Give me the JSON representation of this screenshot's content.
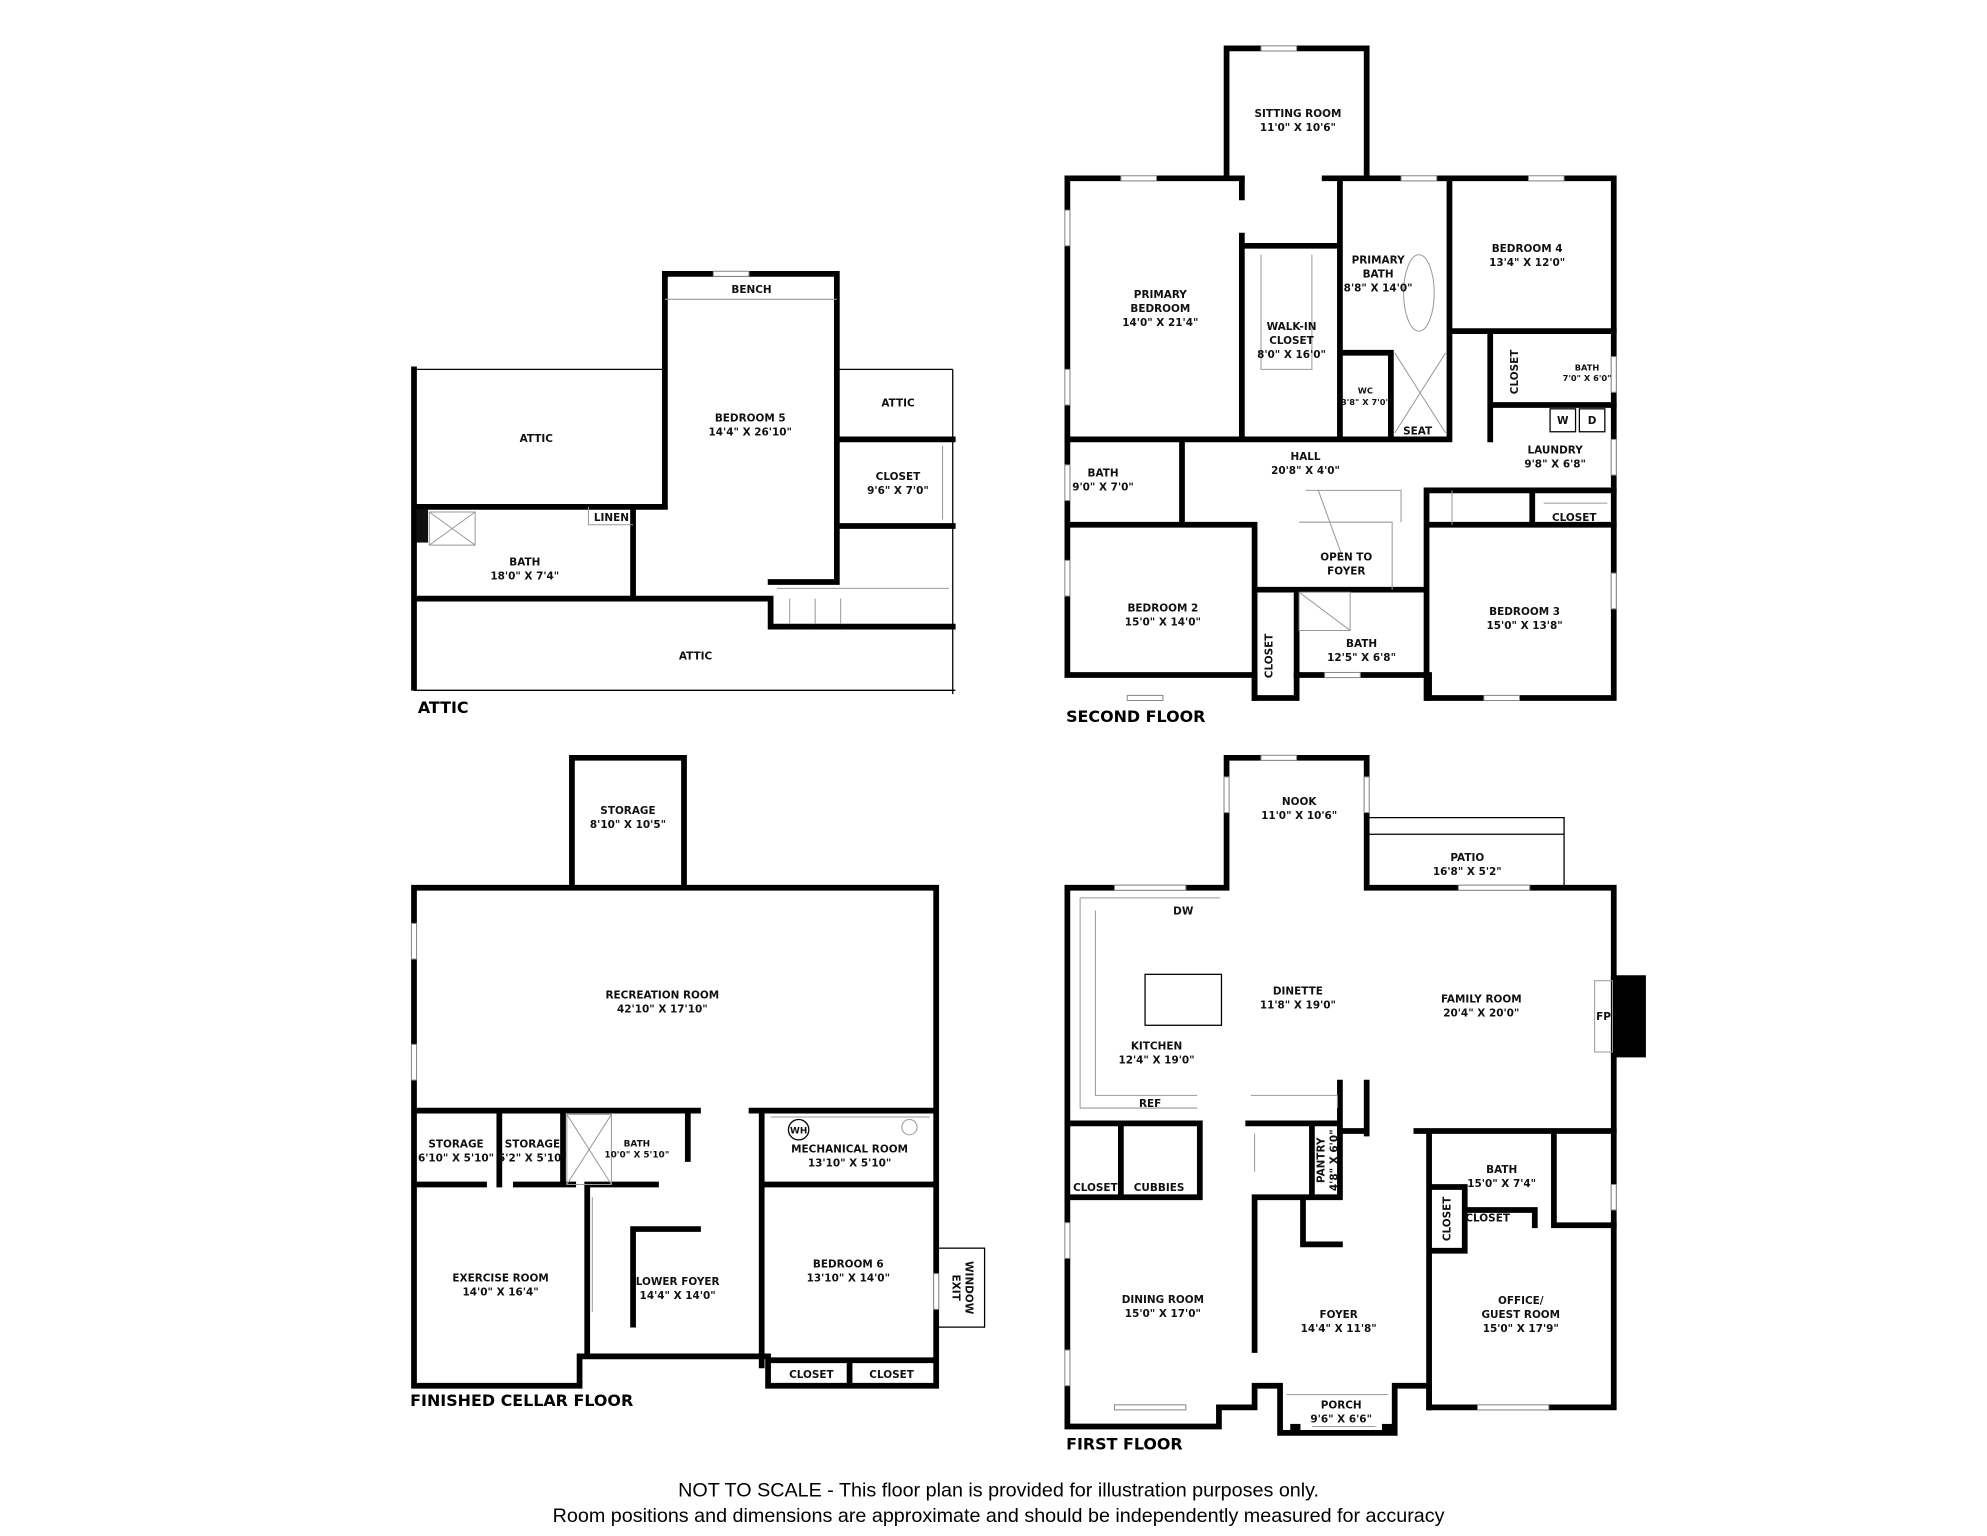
{
  "floors": {
    "attic": {
      "title": "ATTIC",
      "rooms": {
        "bench": "BENCH",
        "attic_left": "ATTIC",
        "bedroom5": "BEDROOM 5",
        "bedroom5_dim": "14'4\" X 26'10\"",
        "attic_right": "ATTIC",
        "closet": "CLOSET",
        "closet_dim": "9'6\" X 7'0\"",
        "linen": "LINEN",
        "bath": "BATH",
        "bath_dim": "18'0\" X 7'4\"",
        "attic_bottom": "ATTIC"
      }
    },
    "second": {
      "title": "SECOND FLOOR",
      "rooms": {
        "sitting": "SITTING ROOM",
        "sitting_dim": "11'0\" X 10'6\"",
        "primary_bed_1": "PRIMARY",
        "primary_bed_2": "BEDROOM",
        "primary_bed_dim": "14'0\" X 21'4\"",
        "walkin_1": "WALK-IN",
        "walkin_2": "CLOSET",
        "walkin_dim": "8'0\" X 16'0\"",
        "primary_bath_1": "PRIMARY",
        "primary_bath_2": "BATH",
        "primary_bath_dim": "8'8\" X 14'0\"",
        "wc": "WC",
        "wc_dim": "3'8\" X 7'0\"",
        "seat": "SEAT",
        "bedroom4": "BEDROOM 4",
        "bedroom4_dim": "13'4\" X 12'0\"",
        "closet_b4": "CLOSET",
        "bath_b4": "BATH",
        "bath_b4_dim": "7'0\" X 6'0\"",
        "w": "W",
        "d": "D",
        "laundry": "LAUNDRY",
        "laundry_dim": "9'8\" X 6'8\"",
        "bath_hall": "BATH",
        "bath_hall_dim": "9'0\" X 7'0\"",
        "hall": "HALL",
        "hall_dim": "20'8\" X 4'0\"",
        "open_1": "OPEN TO",
        "open_2": "FOYER",
        "closet_hall": "CLOSET",
        "bedroom2": "BEDROOM 2",
        "bedroom2_dim": "15'0\" X 14'0\"",
        "closet_b2": "CLOSET",
        "bath_mid": "BATH",
        "bath_mid_dim": "12'5\" X 6'8\"",
        "bedroom3": "BEDROOM 3",
        "bedroom3_dim": "15'0\" X 13'8\""
      }
    },
    "cellar": {
      "title": "FINISHED CELLAR FLOOR",
      "rooms": {
        "storage_top": "STORAGE",
        "storage_top_dim": "8'10\" X 10'5\"",
        "recreation": "RECREATION ROOM",
        "recreation_dim": "42'10\" X 17'10\"",
        "storage1": "STORAGE",
        "storage1_dim": "6'10\" X 5'10\"",
        "storage2": "STORAGE",
        "storage2_dim": "5'2\" X 5'10\"",
        "bath": "BATH",
        "bath_dim": "10'0\" X 5'10\"",
        "wh": "WH",
        "mechanical": "MECHANICAL ROOM",
        "mechanical_dim": "13'10\" X 5'10\"",
        "exercise": "EXERCISE ROOM",
        "exercise_dim": "14'0\" X 16'4\"",
        "lower_foyer": "LOWER FOYER",
        "lower_foyer_dim": "14'4\" X 14'0\"",
        "bedroom6": "BEDROOM 6",
        "bedroom6_dim": "13'10\" X 14'0\"",
        "exit_1": "EXIT",
        "exit_2": "WINDOW",
        "closet1": "CLOSET",
        "closet2": "CLOSET"
      }
    },
    "first": {
      "title": "FIRST FLOOR",
      "rooms": {
        "nook": "NOOK",
        "nook_dim": "11'0\" X 10'6\"",
        "patio": "PATIO",
        "patio_dim": "16'8\" X 5'2\"",
        "dw": "DW",
        "dinette": "DINETTE",
        "dinette_dim": "11'8\" X 19'0\"",
        "family": "FAMILY ROOM",
        "family_dim": "20'4\" X 20'0\"",
        "fp": "FP",
        "kitchen": "KITCHEN",
        "kitchen_dim": "12'4\" X 19'0\"",
        "ref": "REF",
        "closet_k": "CLOSET",
        "cubbies": "CUBBIES",
        "pantry": "PANTRY",
        "pantry_dim": "4'8\" X 6'0\"",
        "bath": "BATH",
        "bath_dim": "15'0\" X 7'4\"",
        "closet_v": "CLOSET",
        "closet_h": "CLOSET",
        "dining": "DINING ROOM",
        "dining_dim": "15'0\" X 17'0\"",
        "foyer": "FOYER",
        "foyer_dim": "14'4\" X 11'8\"",
        "office_1": "OFFICE/",
        "office_2": "GUEST ROOM",
        "office_dim": "15'0\" X 17'9\"",
        "porch": "PORCH",
        "porch_dim": "9'6\" X 6'6\""
      }
    }
  },
  "footer": {
    "line1": "NOT TO SCALE - This floor plan is provided for illustration purposes only.",
    "line2": "Room positions and dimensions are approximate and should be independently measured for accuracy"
  }
}
